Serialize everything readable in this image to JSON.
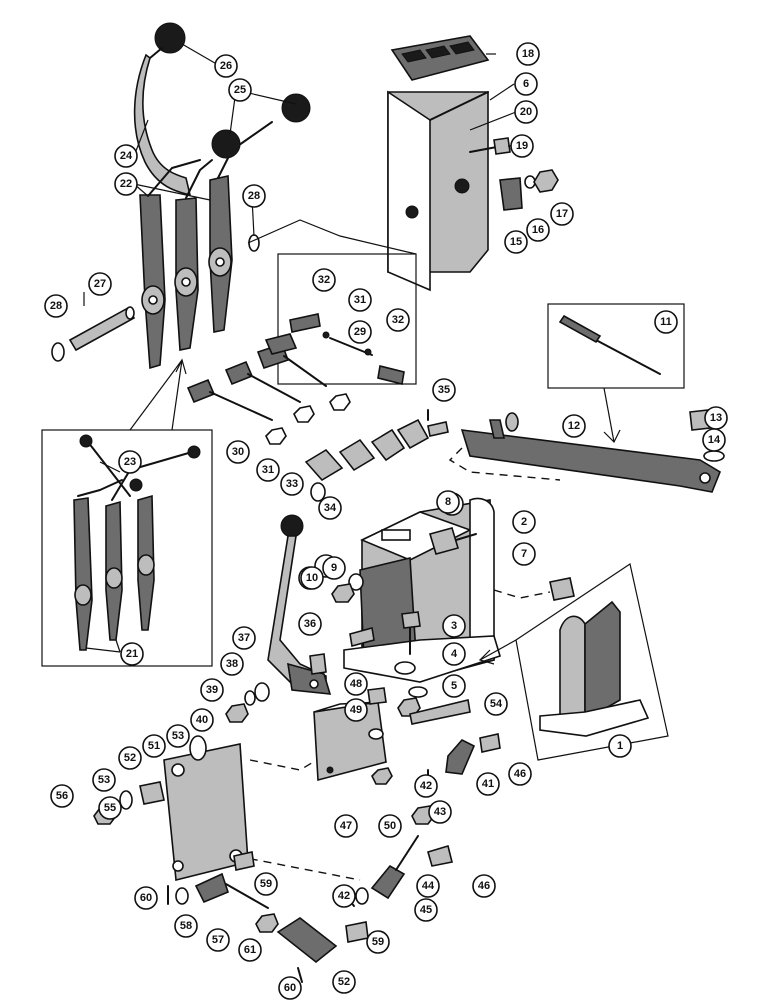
{
  "callouts": [
    {
      "label": "1"
    },
    {
      "label": "2"
    },
    {
      "label": "3"
    },
    {
      "label": "4"
    },
    {
      "label": "5"
    },
    {
      "label": "6"
    },
    {
      "label": "7"
    },
    {
      "label": "8"
    },
    {
      "label": "9"
    },
    {
      "label": "10"
    },
    {
      "label": "11"
    },
    {
      "label": "12"
    },
    {
      "label": "13"
    },
    {
      "label": "14"
    },
    {
      "label": "15"
    },
    {
      "label": "16"
    },
    {
      "label": "17"
    },
    {
      "label": "18"
    },
    {
      "label": "19"
    },
    {
      "label": "20"
    },
    {
      "label": "21"
    },
    {
      "label": "22"
    },
    {
      "label": "23"
    },
    {
      "label": "24"
    },
    {
      "label": "25"
    },
    {
      "label": "26"
    },
    {
      "label": "27"
    },
    {
      "label": "28"
    },
    {
      "label": "28"
    },
    {
      "label": "29"
    },
    {
      "label": "30"
    },
    {
      "label": "31"
    },
    {
      "label": "31"
    },
    {
      "label": "32"
    },
    {
      "label": "32"
    },
    {
      "label": "33"
    },
    {
      "label": "34"
    },
    {
      "label": "35"
    },
    {
      "label": "36"
    },
    {
      "label": "37"
    },
    {
      "label": "38"
    },
    {
      "label": "39"
    },
    {
      "label": "40"
    },
    {
      "label": "41"
    },
    {
      "label": "42"
    },
    {
      "label": "42"
    },
    {
      "label": "43"
    },
    {
      "label": "44"
    },
    {
      "label": "45"
    },
    {
      "label": "46"
    },
    {
      "label": "46"
    },
    {
      "label": "47"
    },
    {
      "label": "48"
    },
    {
      "label": "49"
    },
    {
      "label": "50"
    },
    {
      "label": "51"
    },
    {
      "label": "52"
    },
    {
      "label": "52"
    },
    {
      "label": "53"
    },
    {
      "label": "53"
    },
    {
      "label": "54"
    },
    {
      "label": "55"
    },
    {
      "label": "56"
    },
    {
      "label": "57"
    },
    {
      "label": "58"
    },
    {
      "label": "59"
    },
    {
      "label": "59"
    },
    {
      "label": "60"
    },
    {
      "label": "60"
    },
    {
      "label": "61"
    },
    {
      "label": "8"
    },
    {
      "label": "9"
    },
    {
      "label": "10"
    }
  ]
}
